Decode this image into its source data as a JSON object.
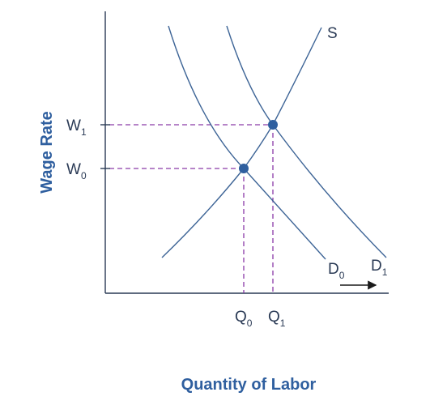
{
  "chart_data": {
    "type": "line",
    "xlabel": "Quantity of Labor",
    "ylabel": "Wage Rate",
    "series": [
      {
        "name": "S",
        "role": "supply"
      },
      {
        "name": "D0",
        "role": "demand-initial"
      },
      {
        "name": "D1",
        "role": "demand-shifted"
      }
    ],
    "equilibria": [
      {
        "wage_label": "W",
        "wage_sub": "0",
        "qty_label": "Q",
        "qty_sub": "0"
      },
      {
        "wage_label": "W",
        "wage_sub": "1",
        "qty_label": "Q",
        "qty_sub": "1"
      }
    ],
    "curve_labels": {
      "supply": "S",
      "d0_main": "D",
      "d0_sub": "0",
      "d1_main": "D",
      "d1_sub": "1"
    },
    "shift_arrow": "right",
    "colors": {
      "curve": "#3d6496",
      "guide": "#8a3aa8",
      "point": "#2f5f9f",
      "axis_title": "#2f5f9f"
    }
  }
}
